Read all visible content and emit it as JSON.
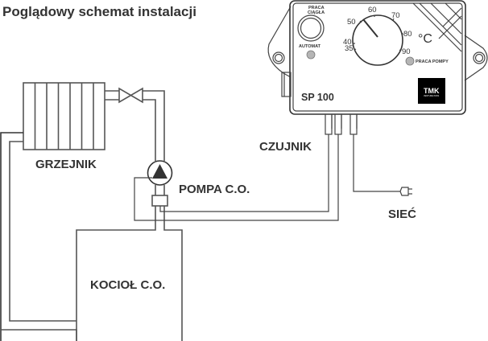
{
  "title": "Poglądowy schemat instalacji",
  "labels": {
    "radiator": "GRZEJNIK",
    "pump": "POMPA C.O.",
    "boiler": "KOCIOŁ C.O.",
    "sensor": "CZUJNIK",
    "mains": "SIEĆ"
  },
  "controller": {
    "model": "SP 100",
    "brand_logo": "TMK",
    "brand_sub": "VENTURE PASS",
    "button_label_line1": "PRACA",
    "button_label_line2": "CIĄGŁA",
    "auto_led_label": "AUTOMAT",
    "pump_led_label": "PRACA POMPY",
    "unit": "°C",
    "dial_scale": [
      "35",
      "40",
      "50",
      "60",
      "70",
      "80",
      "90"
    ],
    "led_color": "#b5b5b5"
  },
  "colors": {
    "line": "#555555",
    "text": "#333333",
    "logo_bg": "#000000"
  }
}
